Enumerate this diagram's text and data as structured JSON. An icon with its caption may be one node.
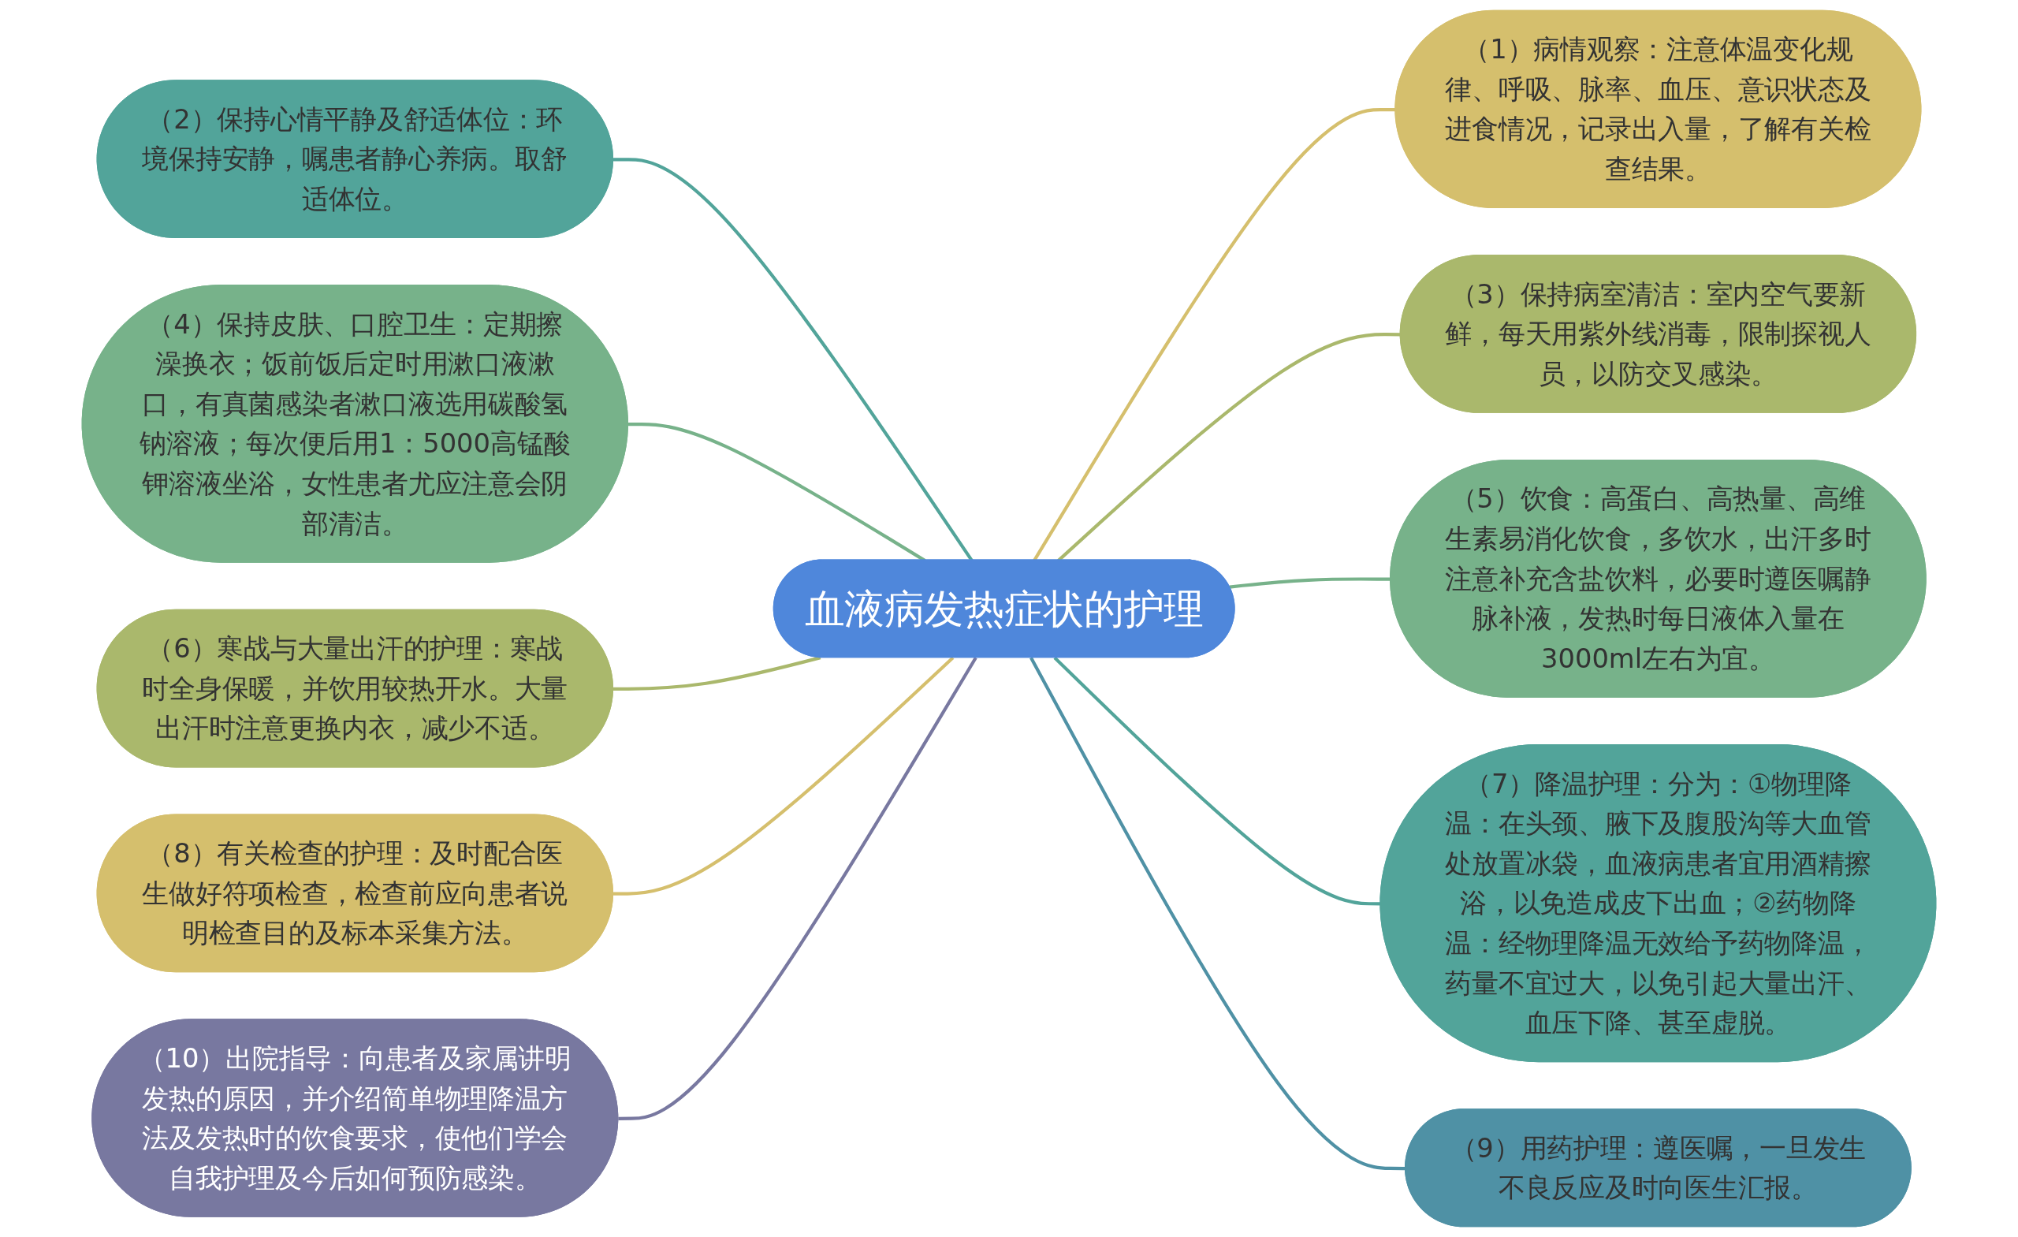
{
  "diagram": {
    "nodes": [
      {
        "text": [
          "血液病发热症状的护理"
        ]
      },
      {
        "text": [
          "（1）病情观察：注意体温变化规律、呼吸、脉率、血压、意识状态及进食情况，记录出入量，了解有关检查结果。"
        ]
      },
      {
        "text": [
          "（2）保持心情平静及舒适体位：环境保持安静，嘱患者静心养病。取舒适体位。"
        ]
      },
      {
        "text": [
          "（3）保持病室清洁：室内空气要新鲜，每天用紫外线消毒，限制探视人员，以防交叉感染。"
        ]
      },
      {
        "text": [
          "（4）保持皮肤、口腔卫生：定期擦澡换衣；饭前饭后定时用漱口液漱口，有真菌感染者漱口液选用碳酸氢钠溶液；每次便后用1：5000高锰酸钾溶液坐浴，女性患者尤应注意会阴部清洁。"
        ]
      },
      {
        "text": [
          "（5）饮食：高蛋白、高热量、高维生素易消化饮食，多饮水，出汗多时注意补充含盐饮料，必要时遵医嘱静脉补液，发热时每日液体入量在3000ml左右为宜。"
        ]
      },
      {
        "text": [
          "（6）寒战与大量出汗的护理：寒战时全身保暖，并饮用较热开水。大量出汗时注意更换内衣，减少不适。"
        ]
      },
      {
        "text": [
          "（7）降温护理：分为：①物理降温：在头颈、腋下及腹股沟等大血管处放置冰袋，血液病患者宜用酒精擦浴，以免造成皮下出血；②药物降温：经物理降温无效给予药物降温，药量不宜过大，以免引起大量出汗、血压下降、甚至虚脱。"
        ]
      },
      {
        "text": [
          "（8）有关检查的护理：及时配合医生做好符项检查，检查前应向患者说明检查目的及标本采集方法。"
        ]
      },
      {
        "text": [
          "（9）用药护理：遵医嘱，一旦发生不良反应及时向医生汇报。"
        ]
      },
      {
        "text": [
          "（10）出院指导：向患者及家属讲明发热的原因，并介绍简单物理降温方法及发热时的饮食要求，使他们学会自我护理及今后如何预防感染。"
        ]
      }
    ],
    "edges": [
      {
        "from": 0,
        "to": 1,
        "arrow": "none",
        "color": "#d5bf6d"
      },
      {
        "from": 0,
        "to": 2,
        "arrow": "none",
        "color": "#52a49a"
      },
      {
        "from": 0,
        "to": 3,
        "arrow": "none",
        "color": "#aab86c"
      },
      {
        "from": 0,
        "to": 4,
        "arrow": "none",
        "color": "#77b28a"
      },
      {
        "from": 0,
        "to": 5,
        "arrow": "none",
        "color": "#77b28a"
      },
      {
        "from": 0,
        "to": 6,
        "arrow": "none",
        "color": "#aab86c"
      },
      {
        "from": 0,
        "to": 7,
        "arrow": "none",
        "color": "#52a49a"
      },
      {
        "from": 0,
        "to": 8,
        "arrow": "none",
        "color": "#d5bf6d"
      },
      {
        "from": 0,
        "to": 9,
        "arrow": "none",
        "color": "#4f91a5"
      },
      {
        "from": 0,
        "to": 10,
        "arrow": "none",
        "color": "#7878a0"
      }
    ]
  }
}
